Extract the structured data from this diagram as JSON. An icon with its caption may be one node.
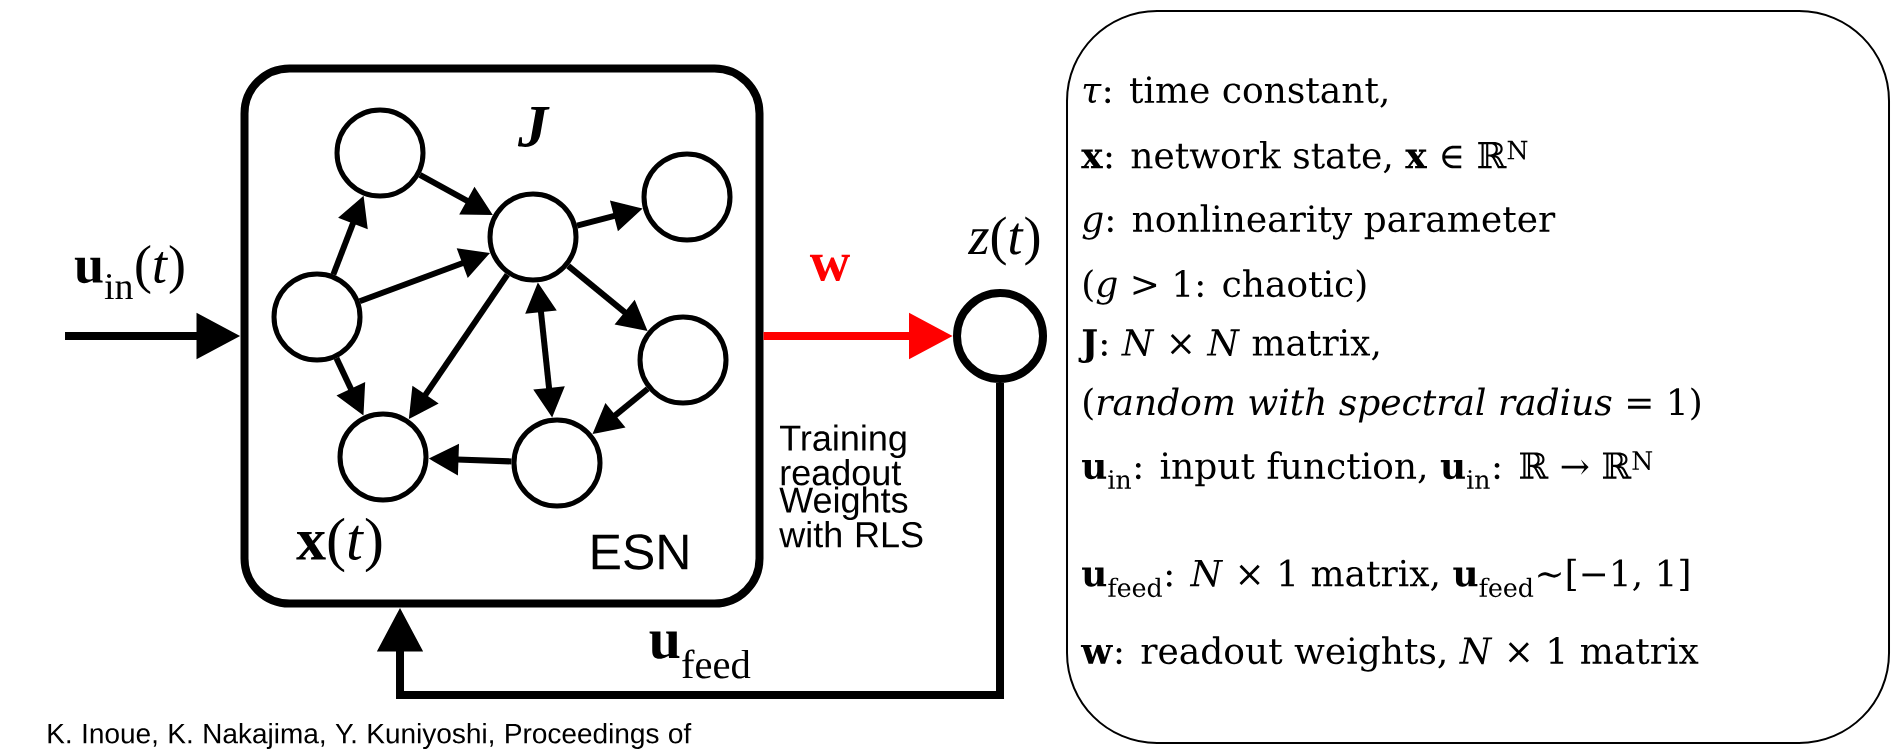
{
  "diagram": {
    "nodes": [
      {
        "text": [
          "J",
          "**x**(*t*)",
          "ESN"
        ]
      },
      {
        "text": [],
        "shape": "circle",
        "in": 0
      },
      {
        "text": [],
        "shape": "circle",
        "in": 0
      },
      {
        "text": [],
        "shape": "circle",
        "in": 0
      },
      {
        "text": [],
        "shape": "circle",
        "in": 0
      },
      {
        "text": [],
        "shape": "circle",
        "in": 0
      },
      {
        "text": [],
        "shape": "circle",
        "in": 0
      },
      {
        "text": [],
        "shape": "circle",
        "in": 0
      },
      {
        "text": [],
        "shape": "circle",
        "beside": [
          "*z*(*t*)"
        ]
      },
      {
        "text": [
          "*τ*: time constant,",
          "**x**: network state, **x** ∈ ℝ$^{N}$",
          "*g*: nonlinearity parameter",
          "(*g* > 1: chaotic)",
          "**J**: *N* × *N* matrix,",
          "(*random with spectral radius* = 1)",
          "**u**$_{in}$: input function, **u**$_{in}$: ℝ → ℝ$^{N}$",
          "**u**$_{feed}$: *N* × 1 matrix, **u**$_{feed}$∼[−1, 1]",
          "**w**: readout weights, *N* × 1 matrix"
        ]
      }
    ],
    "edges": [
      {
        "from": null,
        "to": 0,
        "arrow": "to",
        "label": "**u**$_{in}$(*t*)"
      },
      {
        "from": 0,
        "to": 8,
        "arrow": "to",
        "label": "**w**",
        "color": "#ff0000"
      },
      {
        "from": 8,
        "to": 0,
        "arrow": "to",
        "label": "**u**$_{feed}$"
      },
      {
        "from": 1,
        "to": 3,
        "arrow": "to"
      },
      {
        "from": 3,
        "to": 2,
        "arrow": "to"
      },
      {
        "from": 4,
        "to": 1,
        "arrow": "to"
      },
      {
        "from": 4,
        "to": 3,
        "arrow": "to"
      },
      {
        "from": 4,
        "to": 6,
        "arrow": "to"
      },
      {
        "from": 3,
        "to": 6,
        "arrow": "to"
      },
      {
        "from": 3,
        "to": 7,
        "arrow": "both"
      },
      {
        "from": 3,
        "to": 5,
        "arrow": "to"
      },
      {
        "from": 5,
        "to": 7,
        "arrow": "to"
      },
      {
        "from": 7,
        "to": 6,
        "arrow": "to"
      }
    ],
    "labels": [
      "Training readout Weights with RLS",
      "K. Inoue, K. Nakajima, Y. Kuniyoshi, Proceedings of"
    ]
  }
}
